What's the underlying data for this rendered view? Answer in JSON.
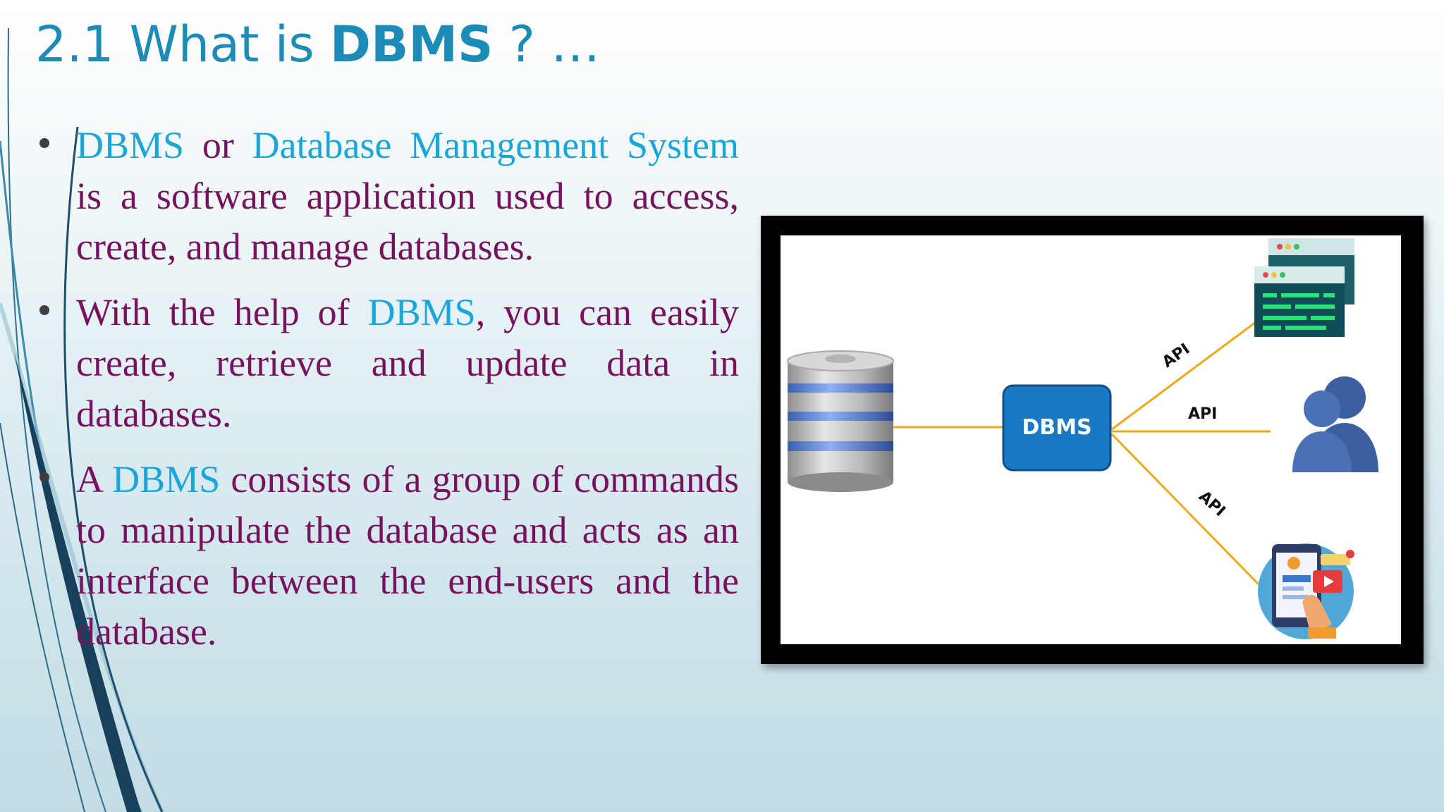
{
  "slide": {
    "title": {
      "prefix": "2.1 What is ",
      "bold": "DBMS",
      "suffix": " ? …"
    },
    "bullets": [
      {
        "segments": [
          {
            "text": "DBMS",
            "highlight": true
          },
          {
            "text": " or ",
            "highlight": false
          },
          {
            "text": "Database Management System",
            "highlight": true
          },
          {
            "text": " is a software application used to access, create, and manage databases.",
            "highlight": false
          }
        ]
      },
      {
        "segments": [
          {
            "text": "With the help of ",
            "highlight": false
          },
          {
            "text": "DBMS",
            "highlight": true
          },
          {
            "text": ", you can easily create, retrieve and update data in databases.",
            "highlight": false
          }
        ]
      },
      {
        "segments": [
          {
            "text": "A ",
            "highlight": false
          },
          {
            "text": "DBMS",
            "highlight": true
          },
          {
            "text": " consists of a group of commands to manipulate the database and acts as an interface between the end-users and the database.",
            "highlight": false
          }
        ]
      }
    ]
  },
  "diagram": {
    "center_label": "DBMS",
    "api_labels": [
      "API",
      "API",
      "API"
    ],
    "icons": [
      "database-icon",
      "app-windows-icon",
      "users-icon",
      "mobile-app-icon"
    ]
  },
  "colors": {
    "title": "#1c8bb5",
    "body_text": "#77125f",
    "highlight": "#1aa6d8",
    "connector": "#f0a818",
    "dbms_box": "#1a79c4"
  }
}
